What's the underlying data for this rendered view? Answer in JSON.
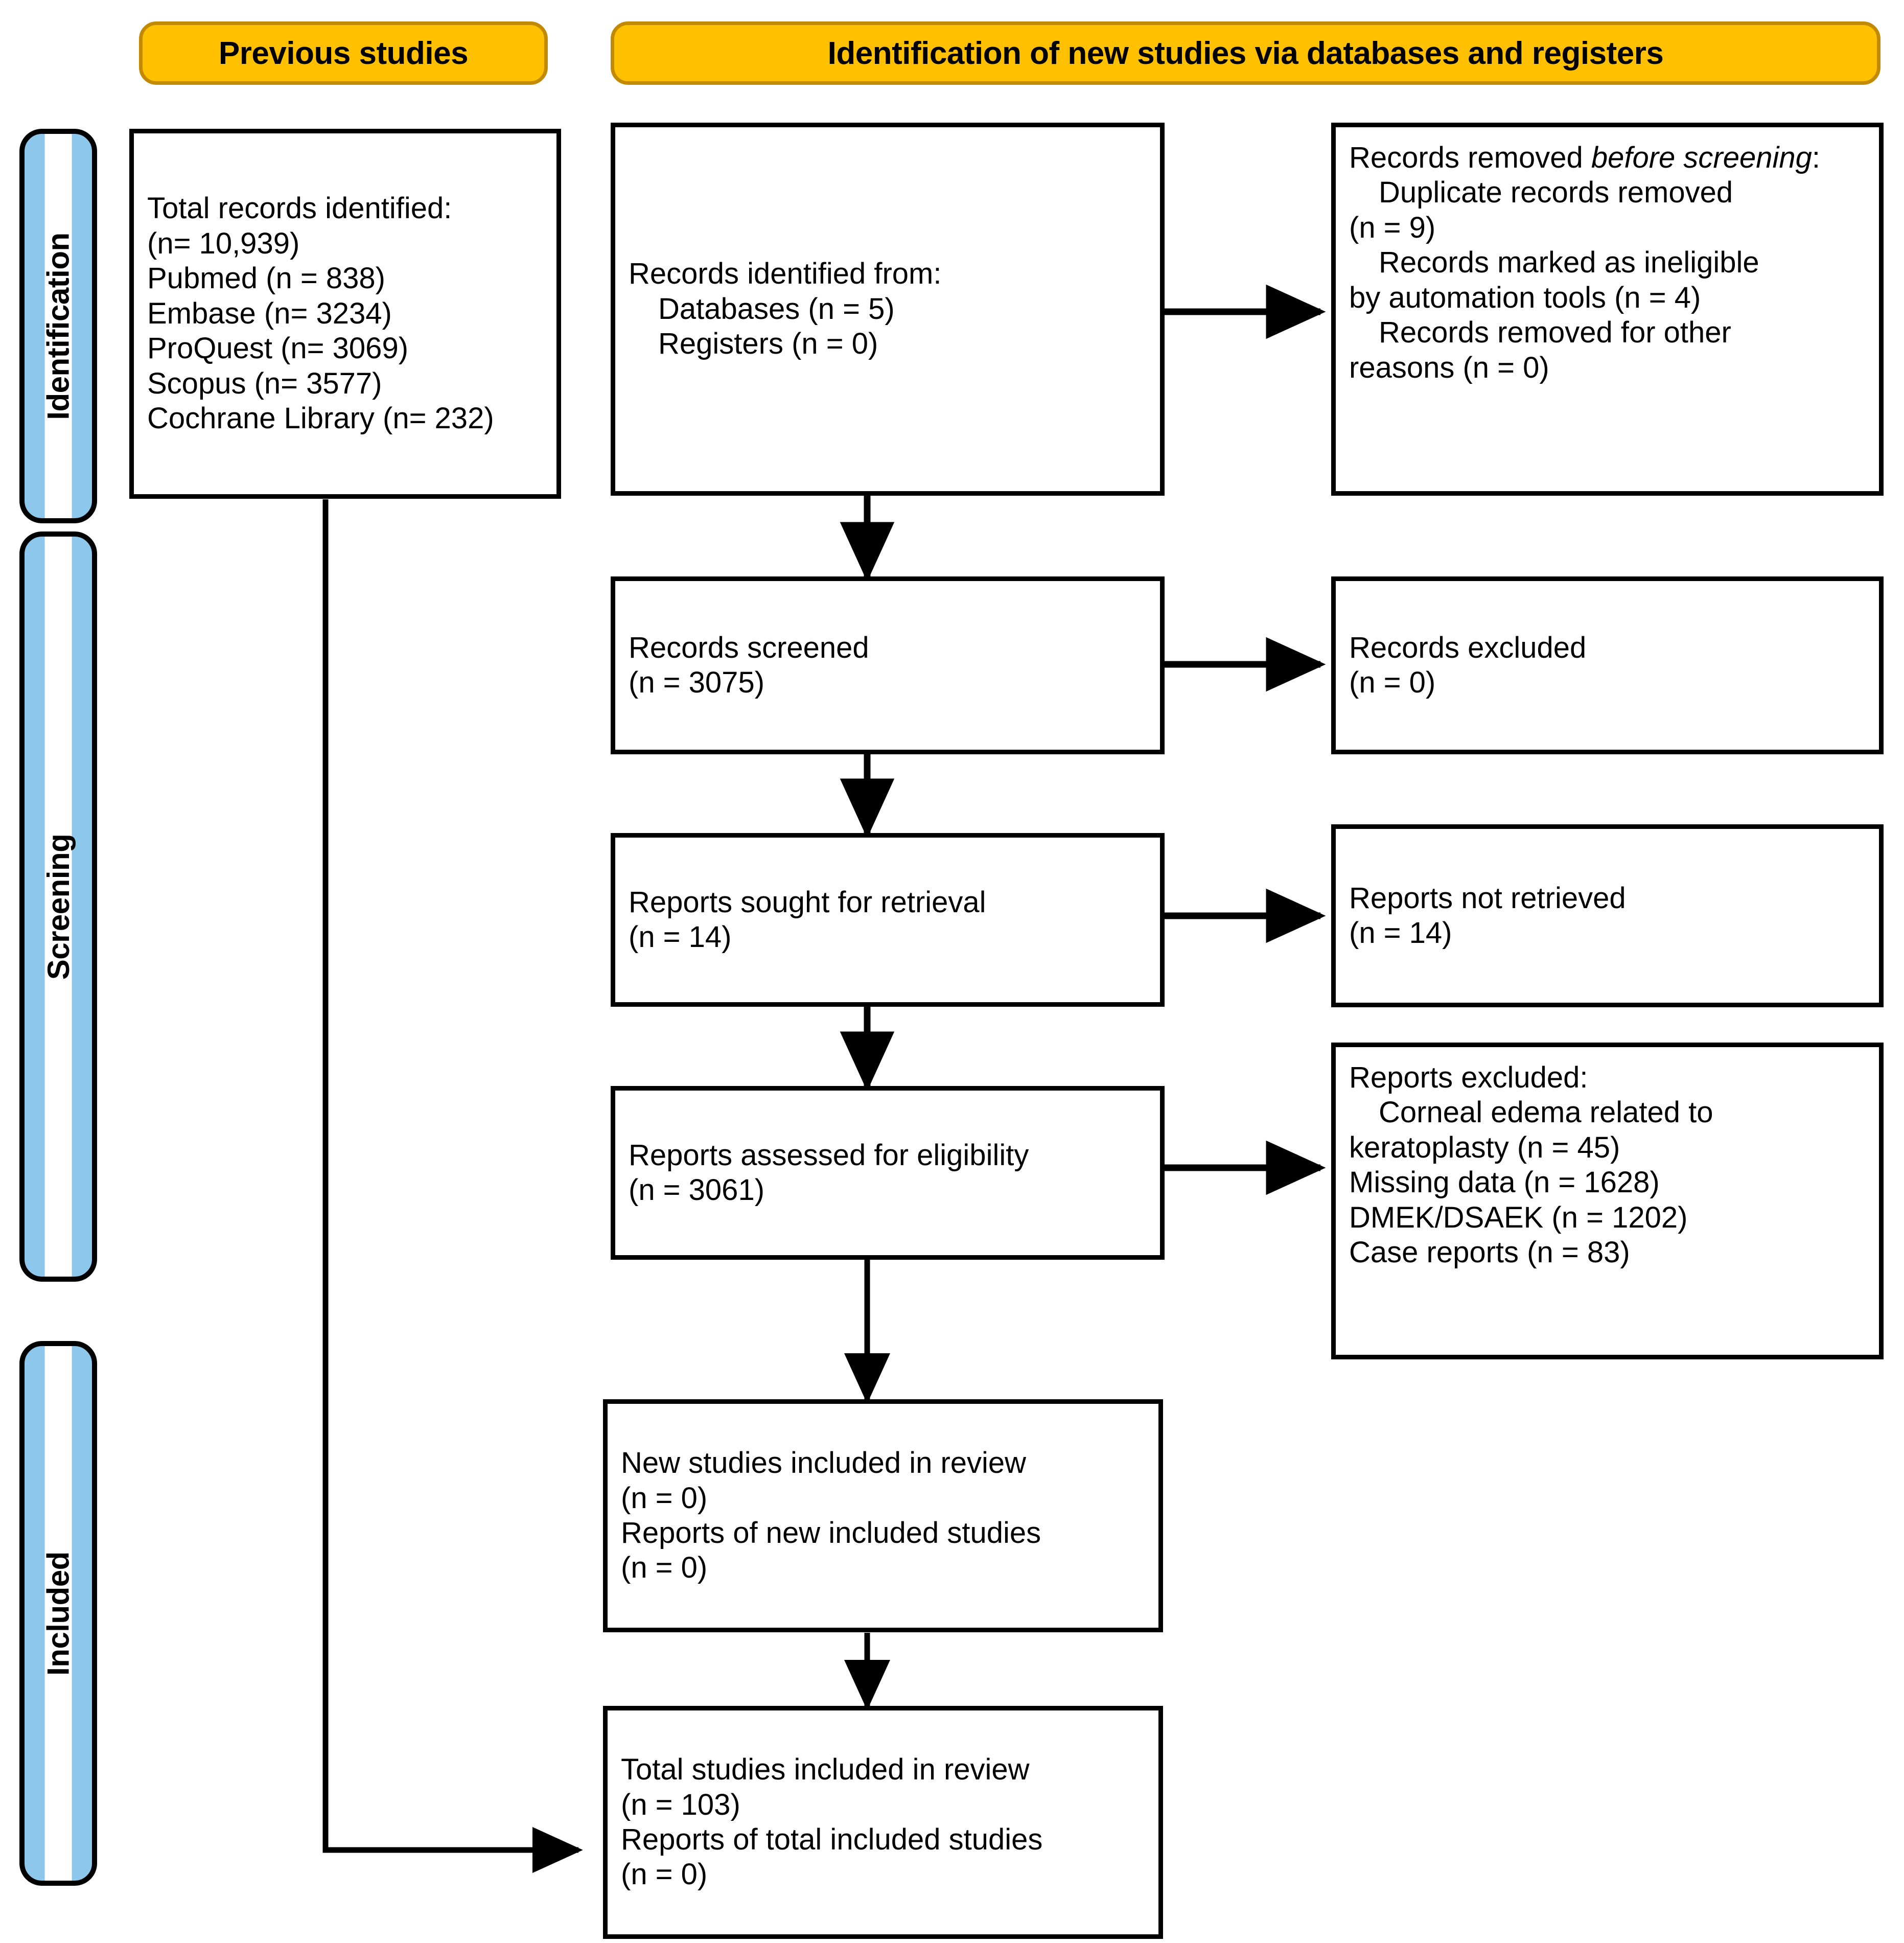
{
  "diagram": {
    "type": "prisma-flow-diagram",
    "colors": {
      "banner_fill": "#FFC000",
      "banner_border": "#C28A00",
      "stage_tab_fill": "#8DC8EC",
      "box_border": "#000000",
      "background": "#FFFFFF"
    }
  },
  "banners": {
    "previous": "Previous studies",
    "new": "Identification of new studies via databases and registers"
  },
  "stages": [
    {
      "label": "Identification"
    },
    {
      "label": "Screening"
    },
    {
      "label": "Included"
    }
  ],
  "boxes": {
    "total_records": {
      "lines": [
        "Total records identified:",
        "(n= 10,939)",
        "Pubmed (n = 838)",
        "Embase (n= 3234)",
        "ProQuest (n= 3069)",
        "Scopus (n= 3577)",
        "Cochrane Library (n= 232)"
      ]
    },
    "records_identified_from": {
      "title": "Records identified from:",
      "items": [
        "Databases (n = 5)",
        "Registers (n = 0)"
      ]
    },
    "records_removed_before_screening": {
      "title_plain": "Records removed ",
      "title_italic": "before screening",
      "title_tail": ":",
      "items": [
        "Duplicate records removed",
        "(n = 9)",
        "Records marked as ineligible",
        "by automation tools (n = 4)",
        "Records removed for other",
        "reasons (n = 0)"
      ]
    },
    "records_screened": {
      "lines": [
        "Records screened",
        "(n = 3075)"
      ]
    },
    "records_excluded": {
      "lines": [
        "Records excluded",
        "(n = 0)"
      ]
    },
    "reports_sought": {
      "lines": [
        "Reports sought for retrieval",
        "(n = 14)"
      ]
    },
    "reports_not_retrieved": {
      "lines": [
        "Reports not retrieved",
        "(n = 14)"
      ]
    },
    "reports_assessed": {
      "lines": [
        "Reports assessed for eligibility",
        "(n = 3061)"
      ]
    },
    "reports_excluded": {
      "title": "Reports excluded:",
      "items": [
        "Corneal edema related to",
        "keratoplasty (n = 45)",
        "Missing data (n = 1628)",
        "DMEK/DSAEK (n = 1202)",
        "Case reports (n = 83)"
      ]
    },
    "new_studies_included": {
      "lines": [
        "New studies included in review",
        "(n = 0)",
        "Reports of new included studies",
        "(n = 0)"
      ]
    },
    "total_studies_included": {
      "lines": [
        "Total studies included in review",
        "(n = 103)",
        "Reports of total included studies",
        "(n = 0)"
      ]
    }
  },
  "flow_counts": {
    "total_records_identified": 10939,
    "pubmed": 838,
    "embase": 3234,
    "proquest": 3069,
    "scopus": 3577,
    "cochrane_library": 232,
    "databases": 5,
    "registers": 0,
    "duplicate_records_removed": 9,
    "marked_ineligible_by_automation": 4,
    "removed_other_reasons": 0,
    "records_screened": 3075,
    "records_excluded": 0,
    "reports_sought_for_retrieval": 14,
    "reports_not_retrieved": 14,
    "reports_assessed_for_eligibility": 3061,
    "excluded_corneal_edema_keratoplasty": 45,
    "excluded_missing_data": 1628,
    "excluded_dmek_dsaek": 1202,
    "excluded_case_reports": 83,
    "new_studies_included_in_review": 0,
    "reports_of_new_included_studies": 0,
    "total_studies_included_in_review": 103,
    "reports_of_total_included_studies": 0
  }
}
